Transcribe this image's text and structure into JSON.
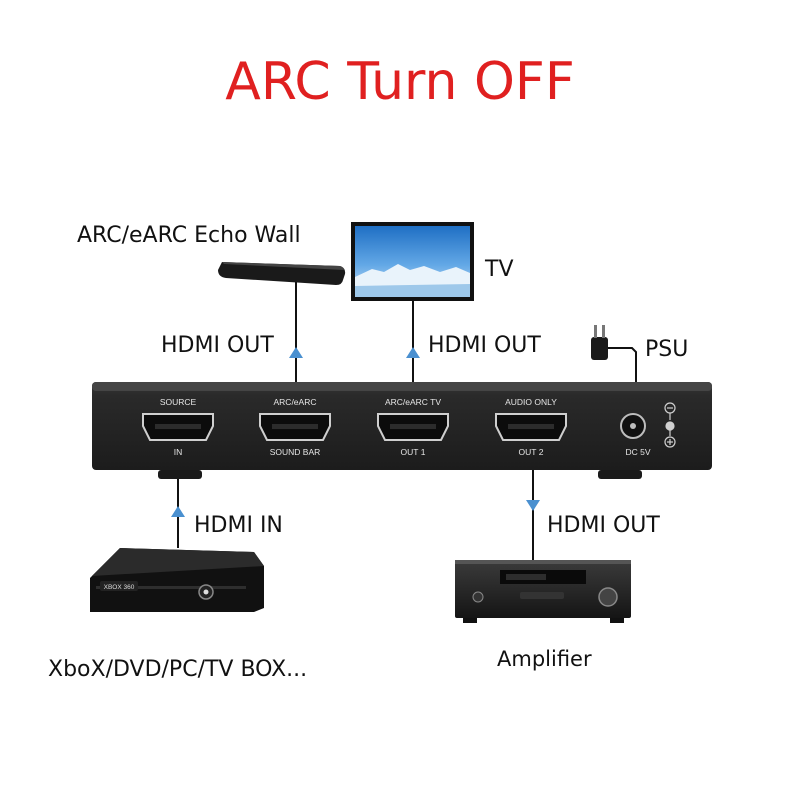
{
  "title": "ARC Turn OFF",
  "labels": {
    "echo_wall": "ARC/eARC Echo Wall",
    "tv": "TV",
    "psu": "PSU",
    "hdmi_out_soundbar": "HDMI OUT",
    "hdmi_out_tv": "HDMI OUT",
    "hdmi_in": "HDMI IN",
    "hdmi_out_amp": "HDMI OUT",
    "source_devices": "XboX/DVD/PC/TV BOX...",
    "amplifier": "Amplifier"
  },
  "device": {
    "ports": [
      {
        "top": "SOURCE",
        "bottom": "IN"
      },
      {
        "top": "ARC/eARC",
        "bottom": "SOUND BAR"
      },
      {
        "top": "ARC/eARC TV",
        "bottom": "OUT 1"
      },
      {
        "top": "AUDIO ONLY",
        "bottom": "OUT 2"
      }
    ],
    "power_label": "DC 5V"
  },
  "xbox_badge": "XBOX 360",
  "colors": {
    "title": "#e02020",
    "arrow": "#4a90d0",
    "device_body": "#2b2b2b"
  }
}
